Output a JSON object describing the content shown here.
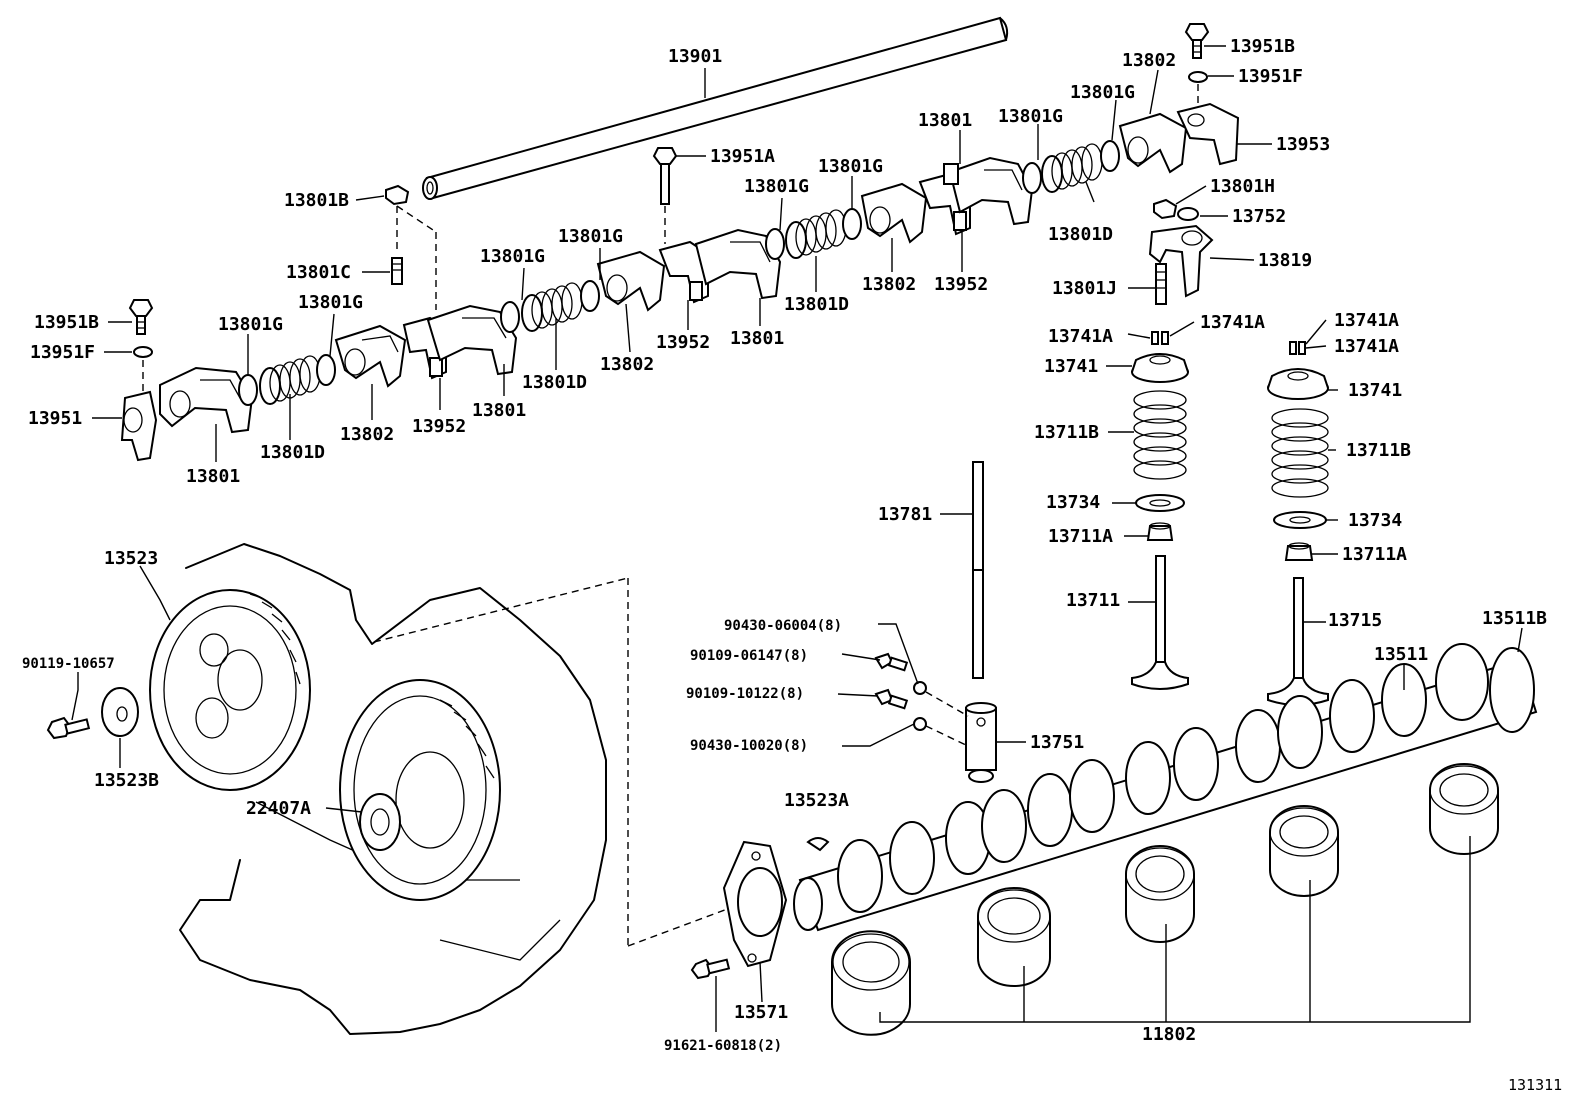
{
  "diagram_id": "131311",
  "labels": {
    "l13901": "13901",
    "l13951B_top": "13951B",
    "l13951F_top": "13951F",
    "l13802_top": "13802",
    "l13801G_a": "13801G",
    "l13953": "13953",
    "l13801_top": "13801",
    "l13801G_b": "13801G",
    "l13951A": "13951A",
    "l13801G_c": "13801G",
    "l13801H": "13801H",
    "l13801D_top": "13801D",
    "l13752": "13752",
    "l13801G_d": "13801G",
    "l13801B": "13801B",
    "l13801G_e": "13801G",
    "l13819": "13819",
    "l13802_mid": "13802",
    "l13952_mid": "13952",
    "l13801C": "13801C",
    "l13801G_f": "13801G",
    "l13801J": "13801J",
    "l13801D_mid": "13801D",
    "l13801G_g": "13801G",
    "l13801G_h": "13801G",
    "l13951B_left": "13951B",
    "l13952_c": "13952",
    "l13801_c": "13801",
    "l13741A_a": "13741A",
    "l13741A_b": "13741A",
    "l13741A_c": "13741A",
    "l13741A_d": "13741A",
    "l13951F_left": "13951F",
    "l13741_l": "13741",
    "l13802_c": "13802",
    "l13801D_c": "13801D",
    "l13741_r": "13741",
    "l13951": "13951",
    "l13801_b": "13801",
    "l13952_b": "13952",
    "l13711B_l": "13711B",
    "l13711B_r": "13711B",
    "l13802_b": "13802",
    "l13801D_b": "13801D",
    "l13801_a": "13801",
    "l13734_l": "13734",
    "l13734_r": "13734",
    "l13781": "13781",
    "l13711A_l": "13711A",
    "l13711A_r": "13711A",
    "l13523": "13523",
    "l13711": "13711",
    "l13715": "13715",
    "l13511B": "13511B",
    "l13511": "13511",
    "l90430_06004": "90430-06004(8)",
    "l90109_06147": "90109-06147(8)",
    "l90119_10657": "90119-10657",
    "l90109_10122": "90109-10122(8)",
    "l13751": "13751",
    "l90430_10020": "90430-10020(8)",
    "l13523B": "13523B",
    "l13523A": "13523A",
    "l22407A": "22407A",
    "l13571": "13571",
    "l11802": "11802",
    "l91621_60818": "91621-60818(2)"
  }
}
